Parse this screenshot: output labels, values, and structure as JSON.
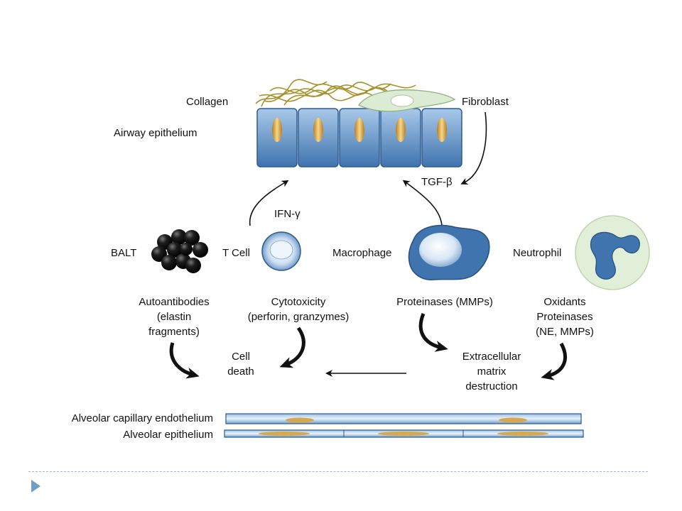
{
  "labels": {
    "collagen": "Collagen",
    "fibroblast": "Fibroblast",
    "airway_epithelium": "Airway epithelium",
    "tgf_beta": "TGF-β",
    "ifn_gamma": "IFN-γ",
    "balt": "BALT",
    "t_cell": "T Cell",
    "macrophage": "Macrophage",
    "neutrophil": "Neutrophil",
    "autoantibodies": [
      "Autoantibodies",
      "(elastin",
      "fragments)"
    ],
    "cytotoxicity": [
      "Cytotoxicity",
      "(perforin, granzymes)"
    ],
    "proteinases_mmps": "Proteinases (MMPs)",
    "oxidants": [
      "Oxidants",
      "Proteinases",
      "(NE, MMPs)"
    ],
    "cell_death": [
      "Cell",
      "death"
    ],
    "ecm_destruction": [
      "Extracellular",
      "matrix",
      "destruction"
    ],
    "alveolar_capillary_endothelium": "Alveolar capillary endothelium",
    "alveolar_epithelium": "Alveolar epithelium"
  },
  "colors": {
    "epithelium_blue": "#5b8fc4",
    "cell_blue": "#3f74ae",
    "nucleus_gold": "#d9a84a",
    "collagen": "#a8902a",
    "fibroblast": "#dcebd3",
    "neutrophil_bg": "#e2efd8",
    "balt_black": "#151515"
  }
}
